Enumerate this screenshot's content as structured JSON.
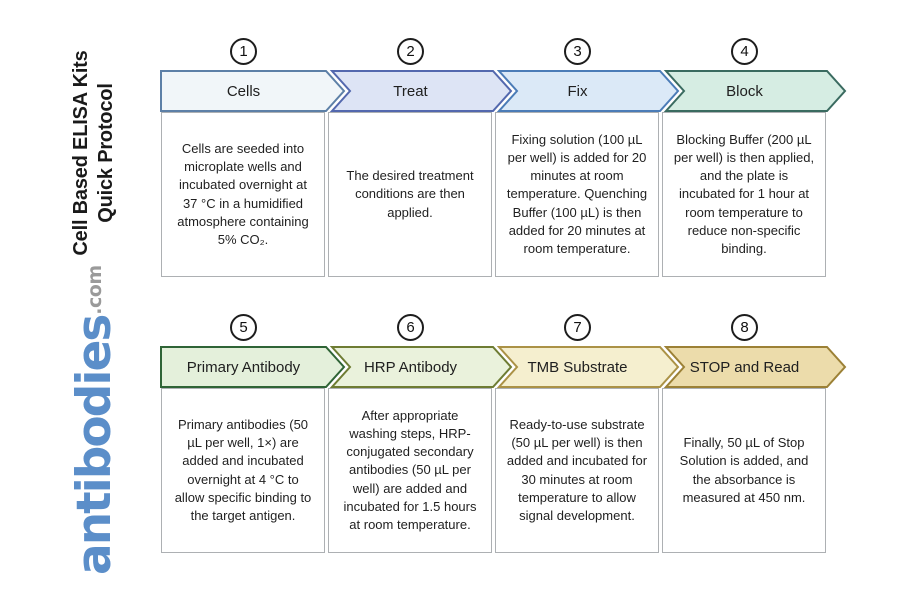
{
  "sidebar": {
    "title_line1": "Cell Based ELISA Kits",
    "title_line2": "Quick Protocol",
    "title_color": "#1a1a1a",
    "logo_text": "antibodies",
    "logo_suffix": ".com",
    "logo_color": "#5b8ec9",
    "logo_suffix_color": "#9a9a9a"
  },
  "steps": [
    {
      "number": "1",
      "label": "Cells",
      "description": "Cells are seeded into microplate wells and incubated overnight at 37 °C in a humidified atmosphere containing 5% CO₂.",
      "fill": "#f1f6f9",
      "border": "#5d80a7"
    },
    {
      "number": "2",
      "label": "Treat",
      "description": "The desired treatment conditions are then applied.",
      "fill": "#dde4f5",
      "border": "#5368ae"
    },
    {
      "number": "3",
      "label": "Fix",
      "description": "Fixing solution (100 µL per well) is added for 20 minutes at room temperature. Quenching Buffer (100 µL) is then added for 20 minutes at room temperature.",
      "fill": "#dbe9f7",
      "border": "#4b7cb7"
    },
    {
      "number": "4",
      "label": "Block",
      "description": "Blocking Buffer (200 µL per well) is then applied, and the plate is incubated for 1 hour at room temperature to reduce non-specific binding.",
      "fill": "#d6ede3",
      "border": "#3a6b60"
    },
    {
      "number": "5",
      "label": "Primary Antibody",
      "description": "Primary antibodies (50 µL per well, 1×) are added and incubated overnight at 4 °C to allow specific binding to the target antigen.",
      "fill": "#e4f0db",
      "border": "#2f6436"
    },
    {
      "number": "6",
      "label": "HRP Antibody",
      "description": "After appropriate washing steps, HRP-conjugated secondary antibodies (50 µL per well) are added and incubated for 1.5 hours at room temperature.",
      "fill": "#eaf2dc",
      "border": "#6e7c33"
    },
    {
      "number": "7",
      "label": "TMB Substrate",
      "description": "Ready-to-use substrate (50 µL per well) is then added and incubated for 30 minutes at room temperature to allow signal development.",
      "fill": "#f5efcf",
      "border": "#ab9246"
    },
    {
      "number": "8",
      "label": "STOP and Read",
      "description": "Finally, 50 µL of Stop Solution is added, and the absorbance is measured at 450 nm.",
      "fill": "#ecdcab",
      "border": "#9c8136"
    }
  ]
}
